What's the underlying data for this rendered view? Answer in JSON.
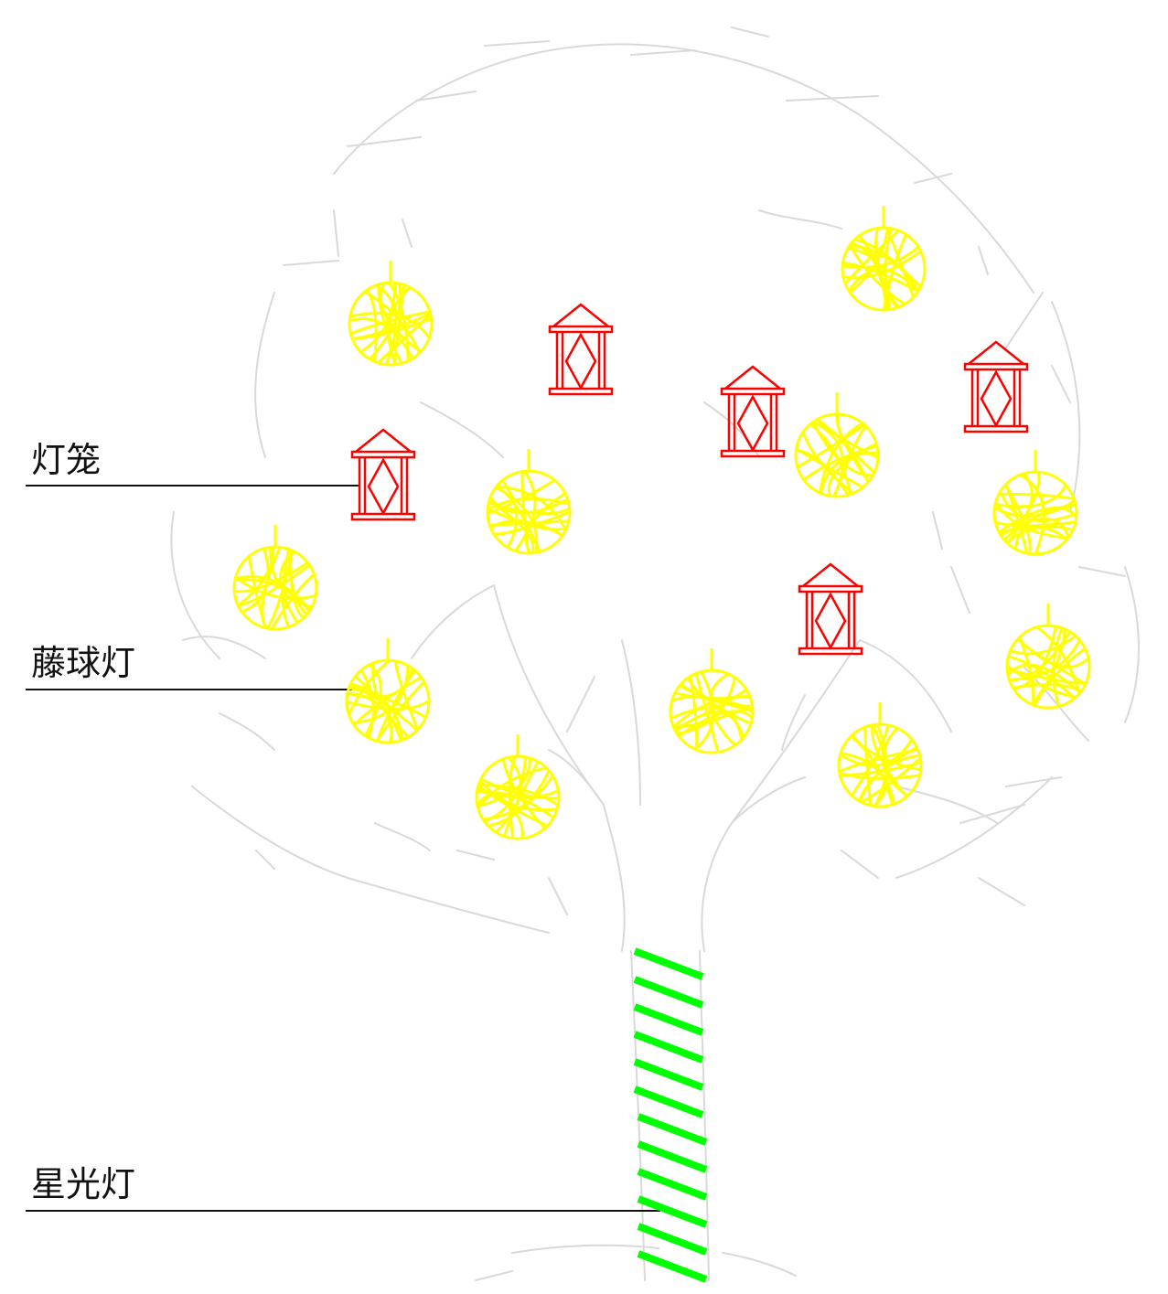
{
  "labels": {
    "lantern": "灯笼",
    "rattan_ball_light": "藤球灯",
    "starlight": "星光灯"
  },
  "colors": {
    "tree_outline": "#d9d9d9",
    "lantern": "#ff0000",
    "rattan_ball": "#ffff00",
    "starlight": "#00ff00",
    "leader_line": "#111111"
  },
  "legend_items": [
    {
      "key": "lantern",
      "icon": "lantern-icon"
    },
    {
      "key": "rattan_ball_light",
      "icon": "rattan-ball-icon"
    },
    {
      "key": "starlight",
      "icon": "starlight-wrap-icon"
    }
  ]
}
